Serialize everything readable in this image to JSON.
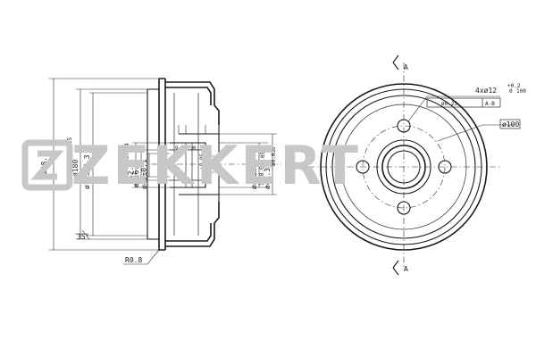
{
  "logo": {
    "text": "ZEKKERT"
  },
  "side_view": {
    "dimensions": {
      "outer_diameter": "ø208.5",
      "drum_inner": "ø180",
      "drum_inner_tol": "+0.25",
      "inner_ref": "ø179±0.3",
      "hub_bore": "ø52.5",
      "hub_bore_tol": "+0.114",
      "hub_dia_a": "ø316.6",
      "hub_dia_b": "ø45±0.1",
      "center": "ø",
      "center_tol": "+0.05",
      "pilot": "ø40±0.1",
      "pilot_b": "ø49.3",
      "flange_height": "ø0.05",
      "small_a": "9",
      "small_b": "0.2",
      "small_c": "0.3",
      "right_small": "ø0.050",
      "right_big": "12±0.05",
      "chamfer": "35°",
      "radius": "R0.8"
    }
  },
  "front_view": {
    "section_label_top": "A",
    "section_label_bottom": "A",
    "hole_spec": "4xø12",
    "hole_tol": "+0.2",
    "hole_tol_b": "0",
    "hole_pcd": "100",
    "position_tol": "ø0.25",
    "datum": "A-B",
    "pcd": "ø100"
  }
}
